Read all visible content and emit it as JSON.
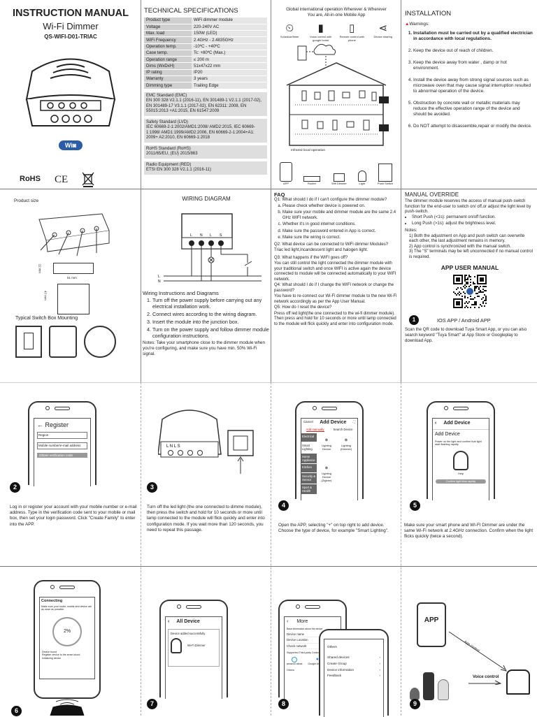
{
  "cover": {
    "title": "INSTRUCTION MANUAL",
    "product": "Wi-Fi Dimmer",
    "model": "QS-WIFI-D01-TRIAC",
    "wifi_badge": "Wi",
    "rohs": "RoHS",
    "ce": "CE"
  },
  "specs": {
    "heading": "TECHNICAL SPECIFICATIONS",
    "rows": [
      {
        "k": "Product type",
        "v": "WiFi dimmer module"
      },
      {
        "k": "Voltage",
        "v": "220-240V AC"
      },
      {
        "k": "Max. load",
        "v": "150W (LED)"
      },
      {
        "k": "WiFi Frequency",
        "v": "2.4GHz - 2.4835GHz"
      },
      {
        "k": "Operation temp.",
        "v": "-10ºC - +40ºC"
      },
      {
        "k": "Case temp.",
        "v": "Tc: +80ºC (Max.)"
      },
      {
        "k": "Operation range",
        "v": "≤ 200 m"
      },
      {
        "k": "Dims (WxDxH)",
        "v": "51x47x22 mm"
      },
      {
        "k": "IP rating",
        "v": "IP20"
      },
      {
        "k": "Warranty",
        "v": "3 years"
      },
      {
        "k": "Dimming type",
        "v": "Trailing Edge"
      }
    ],
    "emc_title": "EMC Standard (EMC)",
    "emc_body": "EN 300 328 V2.1.1 (2016-11), EN 301489-1 V2.1.1 (2017-02), EN 301489-17 V3.1.1 (2017-02), EN 62311: 2008, EN 55015:2013 +A1:2015, EN 61547:2009",
    "lvd_title": "Safety Standard (LVD)",
    "lvd_body": "IEC 60669-2-1:2002/AMD1:2008/ AMD2:2015, IEC 60669-1:1998/ AMD1:1999/AMD2:2006, EN 60669-2-1:2004+A1: 2009+ A2:2010, EN 60669-1:2018",
    "rohs_title": "RoHS Standard (RoHS)",
    "rohs_body": "2011/65/EU, (EU) 2015/863",
    "red_title": "Radio Equipment (RED)",
    "red_body": "ETSI EN 300 328 V2.1.1 (2016-11)"
  },
  "global": {
    "intro": "Global international operation Wherever & Wherever You are, All-in-one Mobile App",
    "icon_labels": [
      "Schedule/timer",
      "Voice control with google home",
      "Remote control with phone",
      "Device sharing"
    ],
    "local_label": "Infrared local operation",
    "local_labels": [
      "APP",
      "Router",
      "Wifi Dimmer",
      "Light",
      "Push Switch"
    ]
  },
  "installation": {
    "heading": "INSTALLATION",
    "warn": "Warnings:",
    "items": [
      "Installation must be carried out by a qualified electrician in accordance with local regulations.",
      "Keep the device out of reach of children.",
      "Keep the device away from water , damp or hot environment.",
      "Install the device away from strong signal sources such as microwave oven that may cause signal interruption resulted to abnormal operation of the device.",
      "Obstruction by concrete wall or metallic materials may reduce the effective operation range of the device and should be avoided.",
      "Do NOT attempt to disassemble,repair or modify the device."
    ]
  },
  "product_size": {
    "label": "Product size",
    "dim_h": "22 mm",
    "dim_w": "51 mm",
    "dim_d": "47 mm",
    "mount": "Typical Switch Box Mounting"
  },
  "wiring": {
    "heading": "WIRING DIAGRAM",
    "terminals": [
      "L",
      "N",
      "L",
      "S"
    ],
    "line_l": "L",
    "line_n": "N",
    "instr_title": "Wiring Instructions and Diagrams",
    "steps": [
      "Turn off the power supply before carrying out any electrical installation work.",
      "Connect wires according to the wiring diagram.",
      "Insert the module into the junction box.",
      "Turn on the power supply and follow dimmer module configuration instructions."
    ],
    "notes": "Notes: Take your smartphone close to the dimmer module when you're configuring, and make sure you have min. 50% Wi-Fi signal."
  },
  "faq": {
    "heading": "FAQ",
    "q1": "Q1: What should I do if I can't configure the dimmer module?",
    "q1_items": [
      "Please check whether device is powered on.",
      "Make sure your mobile and dimmer module are the same 2.4 GHz WIFI network.",
      "Whether it's in good internet conditions.",
      "Make sure the password entered in App is correct.",
      "Make sure the wiring is correct."
    ],
    "q2": "Q2: What device can be connected to WiFi dimmer Modules?",
    "a2": "Triac led light,incandescent light and halogen light.",
    "q3": "Q3: What happens if the WIFI goes off?",
    "a3": "You can still control the light connected the dimmer module with your traditional switch and once WIFI is active again the device connected to module will be connected automatically to your WIFI network.",
    "q4": "Q4: What should I do if I change the WIFI network or change the password?",
    "a4": "You have to re-connect our Wi-Fi dimmer module to the new Wi-Fi network accordingly as per the App User Manual.",
    "q5": "Q5: How do I reset the device?",
    "a5": "Press off led light(the one connected to the wi-fi dimmer module). Then press and hold for 10 seconds or more until lamp connected to the module will flick quickly and enter into configuration mode."
  },
  "override": {
    "heading": "MANUAL OVERRIDE",
    "intro": "The dimmer module reserves the access of manual push-switch function for the end-user to switch on/ off,or adjust the light level by push-switch.",
    "bullets": [
      "Short Push (<1s): permanent on/off function.",
      "Long Push (>1s): adjust the brightness level."
    ],
    "notes_label": "Notes:",
    "notes": [
      "1) Both the adjustment on App and push switch can overwrite each other, the last adjustment remains in memory.",
      "2) App control is synchronized with the manual switch.",
      "3) The \"S\" terminals may be left unconnected if no manual control is required."
    ],
    "app_heading": "APP USER MANUAL",
    "step1": "1",
    "platform": "IOS APP / Android APP",
    "desc": "Scan the QR code to download Tuya Smart App, or you can also search keyword \"Tuya Smart\" at App Store or Googleplay to download App."
  },
  "steps": {
    "s2": {
      "n": "2",
      "title": "← Register",
      "f1": "Region",
      "f2": "Mobile number/e-mail address",
      "btn": "Obtain verification code",
      "text": "Log in or register your account with your mobile number or e-mail address. Type in the verification code sent to your mobile or mail box, then set your login password. Click \"Create Family\" to enter into the APP."
    },
    "s3": {
      "n": "3",
      "terminals": "L N L S",
      "text": "Turn off the led light (the one connected to dimme module), then press the switch and hold for 10 seconds or more until lamp connected to the module will flick quickly and enter into configuration mode. If you wait more than 120 seconds, you need to repeat this passage."
    },
    "s4": {
      "n": "4",
      "cancel": "Cancel",
      "title": "Add Device",
      "tab1": "Add manually",
      "tab2": "Search Device",
      "cats": [
        "Electrical",
        "Smart Lighting",
        "Home Appliance",
        "Kitchen",
        "Security & Sensor",
        "Sport & Health"
      ],
      "items": [
        "Lighting Device",
        "Lighting (Dimmer)",
        "Lighting Device (Zigbee)"
      ],
      "text": "Open the APP, selecting \"+\" on top right to add device. Choose the type of device, for example \"Smart Lighting\"."
    },
    "s5": {
      "n": "5",
      "title": "Add Device",
      "sub": "Add Device",
      "hint": "Power on the light and confirm that light start flashing rapidly",
      "help": "Help",
      "btn": "Confirm light blink rapidly",
      "text": "Make sure your smart phone and WI-FI Dimmer are under the same Wi-Fi network at 2.4GHz connection. Confirm when the light flicks quickly (twice a second)."
    },
    "s6": {
      "n": "6",
      "title": "Connecting",
      "sub": "Make sure your router, mobile and device are as close as possible.",
      "pct": "2%",
      "list": "Device found\nRegister device to the smart cloud\nInitializing device"
    },
    "s7": {
      "n": "7",
      "title": "All Device",
      "msg": "Device added successfully",
      "device": "Wi-Fi Dimmer"
    },
    "s8": {
      "n": "8",
      "title": "More",
      "sub": "Base information about the device",
      "rows": [
        "Device name",
        "Device Location",
        "Check network"
      ],
      "third": "Supported Third-party Control",
      "alexa": "amazon alexa",
      "google": "Google Assistant",
      "others": "Others",
      "popup": [
        "Others",
        "Shared devices",
        "Create Group",
        "Device information",
        "Feedback"
      ]
    },
    "s9": {
      "n": "9",
      "app": "APP",
      "app_ctl": "App control",
      "voice": "Voice control"
    }
  }
}
